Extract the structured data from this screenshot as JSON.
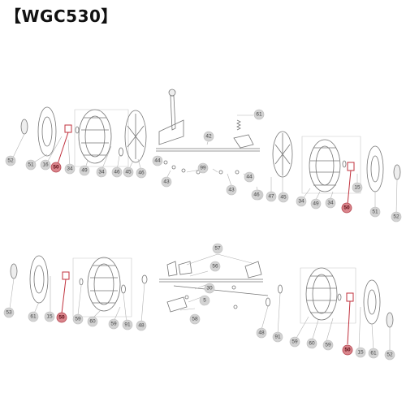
{
  "title": "【WGC530】",
  "callouts": {
    "top_left": [
      "52",
      "51",
      "16",
      "50",
      "34",
      "49",
      "34",
      "46",
      "45",
      "46"
    ],
    "top_center": [
      "61",
      "42",
      "44",
      "43",
      "43",
      "99",
      "44",
      "43",
      "46",
      "47",
      "45"
    ],
    "top_right": [
      "34",
      "49",
      "34",
      "50",
      "15",
      "51",
      "52"
    ],
    "bottom_left": [
      "53",
      "61",
      "15",
      "50",
      "59",
      "60",
      "59",
      "91",
      "48"
    ],
    "bottom_center": [
      "57",
      "56",
      "30",
      "5",
      "58"
    ],
    "bottom_right": [
      "48",
      "91",
      "59",
      "60",
      "59",
      "50",
      "15",
      "61",
      "52"
    ]
  },
  "colors": {
    "highlight": "#c0303c",
    "callout": "#d3d3d3"
  }
}
